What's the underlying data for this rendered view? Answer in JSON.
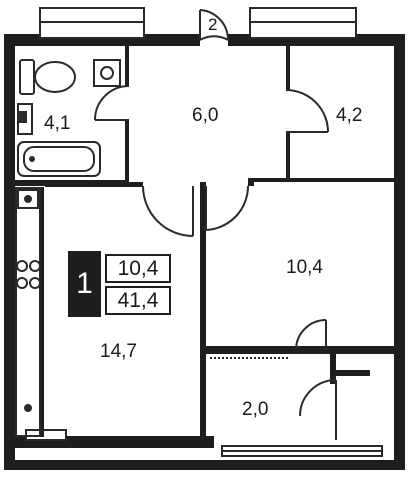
{
  "stair_number": "2",
  "rooms": {
    "bathroom": "4,1",
    "hall": "6,0",
    "storage": "4,2",
    "bedroom": "10,4",
    "kitchen_living": "14,7",
    "balcony": "2,0"
  },
  "badge": {
    "room_count": "1",
    "living_area": "10,4",
    "total_area": "41,4"
  },
  "colors": {
    "wall": "#1e1e1e",
    "line": "#2a2a2a",
    "background": "#ffffff"
  }
}
